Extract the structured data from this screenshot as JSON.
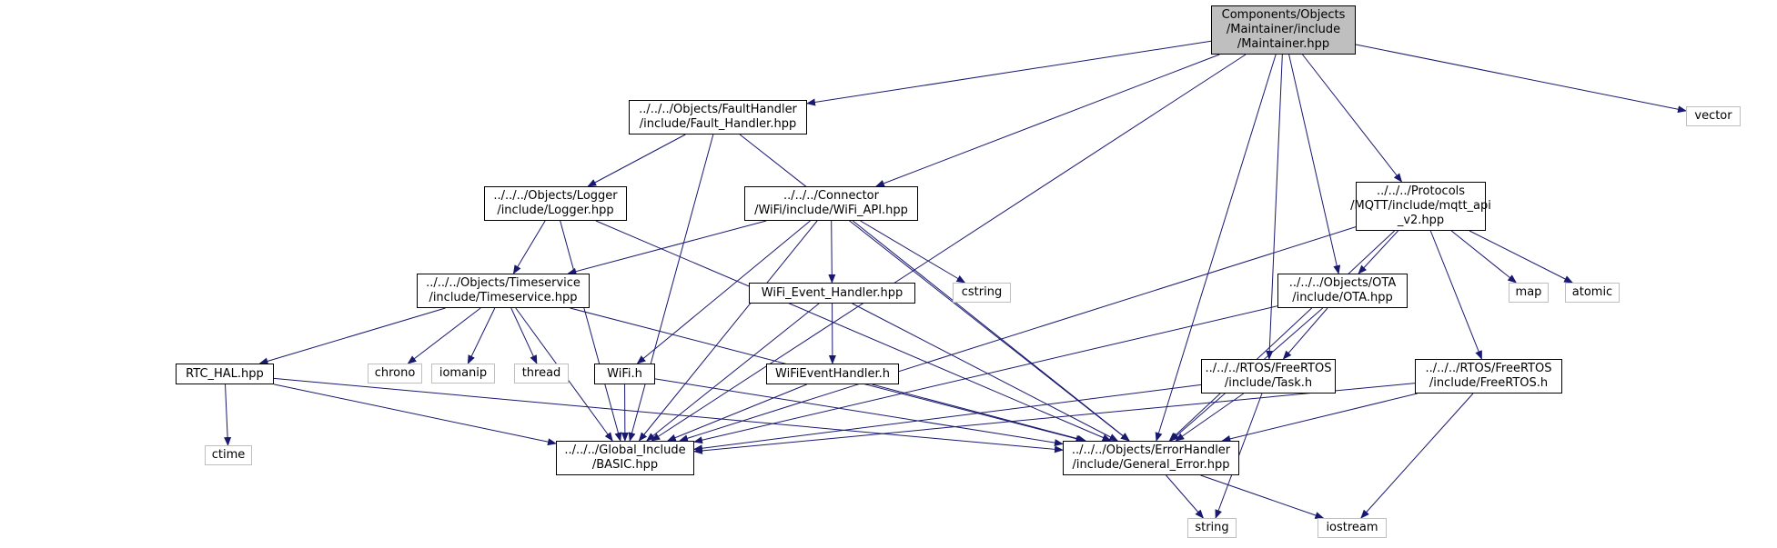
{
  "colors": {
    "edge": "#191970",
    "root_fill": "#bfbfbf",
    "internal_border": "#000000",
    "external_border": "#bfbfbf"
  },
  "nodes": {
    "maintainer": {
      "lines": [
        "Components/Objects",
        "/Maintainer/include",
        "/Maintainer.hpp"
      ],
      "kind": "root"
    },
    "fault_handler": {
      "lines": [
        "../../../Objects/FaultHandler",
        "/include/Fault_Handler.hpp"
      ],
      "kind": "internal"
    },
    "logger": {
      "lines": [
        "../../../Objects/Logger",
        "/include/Logger.hpp"
      ],
      "kind": "internal"
    },
    "wifi_api": {
      "lines": [
        "../../../Connector",
        "/WiFi/include/WiFi_API.hpp"
      ],
      "kind": "internal"
    },
    "timeservice": {
      "lines": [
        "../../../Objects/Timeservice",
        "/include/Timeservice.hpp"
      ],
      "kind": "internal"
    },
    "wifi_event_handler_hpp": {
      "lines": [
        "WiFi_Event_Handler.hpp"
      ],
      "kind": "internal"
    },
    "wifieventhandler_h": {
      "lines": [
        "WiFiEventHandler.h"
      ],
      "kind": "internal"
    },
    "wifi_h": {
      "lines": [
        "WiFi.h"
      ],
      "kind": "internal"
    },
    "rtc_hal": {
      "lines": [
        "RTC_HAL.hpp"
      ],
      "kind": "internal"
    },
    "basic": {
      "lines": [
        "../../../Global_Include",
        "/BASIC.hpp"
      ],
      "kind": "internal"
    },
    "general_error": {
      "lines": [
        "../../../Objects/ErrorHandler",
        "/include/General_Error.hpp"
      ],
      "kind": "internal"
    },
    "mqtt": {
      "lines": [
        "../../../Protocols",
        "/MQTT/include/mqtt_api",
        "_v2.hpp"
      ],
      "kind": "internal"
    },
    "ota": {
      "lines": [
        "../../../Objects/OTA",
        "/include/OTA.hpp"
      ],
      "kind": "internal"
    },
    "task": {
      "lines": [
        "../../../RTOS/FreeRTOS",
        "/include/Task.h"
      ],
      "kind": "internal"
    },
    "freertos": {
      "lines": [
        "../../../RTOS/FreeRTOS",
        "/include/FreeRTOS.h"
      ],
      "kind": "internal"
    },
    "vector": {
      "lines": [
        "vector"
      ],
      "kind": "external"
    },
    "cstring": {
      "lines": [
        "cstring"
      ],
      "kind": "external"
    },
    "map": {
      "lines": [
        "map"
      ],
      "kind": "external"
    },
    "atomic": {
      "lines": [
        "atomic"
      ],
      "kind": "external"
    },
    "chrono": {
      "lines": [
        "chrono"
      ],
      "kind": "external"
    },
    "iomanip": {
      "lines": [
        "iomanip"
      ],
      "kind": "external"
    },
    "thread": {
      "lines": [
        "thread"
      ],
      "kind": "external"
    },
    "ctime": {
      "lines": [
        "ctime"
      ],
      "kind": "external"
    },
    "string": {
      "lines": [
        "string"
      ],
      "kind": "external"
    },
    "iostream": {
      "lines": [
        "iostream"
      ],
      "kind": "external"
    }
  },
  "edges": [
    [
      "maintainer",
      "fault_handler"
    ],
    [
      "maintainer",
      "wifi_api"
    ],
    [
      "maintainer",
      "mqtt"
    ],
    [
      "maintainer",
      "ota"
    ],
    [
      "maintainer",
      "task"
    ],
    [
      "maintainer",
      "vector"
    ],
    [
      "maintainer",
      "basic"
    ],
    [
      "maintainer",
      "general_error"
    ],
    [
      "fault_handler",
      "logger"
    ],
    [
      "fault_handler",
      "basic"
    ],
    [
      "fault_handler",
      "general_error"
    ],
    [
      "logger",
      "timeservice"
    ],
    [
      "logger",
      "basic"
    ],
    [
      "logger",
      "general_error"
    ],
    [
      "wifi_api",
      "timeservice"
    ],
    [
      "wifi_api",
      "wifi_event_handler_hpp"
    ],
    [
      "wifi_api",
      "wifi_h"
    ],
    [
      "wifi_api",
      "cstring"
    ],
    [
      "wifi_api",
      "basic"
    ],
    [
      "wifi_api",
      "general_error"
    ],
    [
      "timeservice",
      "rtc_hal"
    ],
    [
      "timeservice",
      "chrono"
    ],
    [
      "timeservice",
      "iomanip"
    ],
    [
      "timeservice",
      "thread"
    ],
    [
      "timeservice",
      "basic"
    ],
    [
      "timeservice",
      "general_error"
    ],
    [
      "rtc_hal",
      "ctime"
    ],
    [
      "rtc_hal",
      "basic"
    ],
    [
      "rtc_hal",
      "general_error"
    ],
    [
      "wifi_h",
      "basic"
    ],
    [
      "wifi_h",
      "general_error"
    ],
    [
      "wifi_event_handler_hpp",
      "wifieventhandler_h"
    ],
    [
      "wifi_event_handler_hpp",
      "basic"
    ],
    [
      "wifi_event_handler_hpp",
      "general_error"
    ],
    [
      "wifieventhandler_h",
      "basic"
    ],
    [
      "wifieventhandler_h",
      "general_error"
    ],
    [
      "mqtt",
      "ota"
    ],
    [
      "mqtt",
      "freertos"
    ],
    [
      "mqtt",
      "map"
    ],
    [
      "mqtt",
      "atomic"
    ],
    [
      "mqtt",
      "basic"
    ],
    [
      "mqtt",
      "general_error"
    ],
    [
      "ota",
      "task"
    ],
    [
      "ota",
      "basic"
    ],
    [
      "ota",
      "general_error"
    ],
    [
      "task",
      "string"
    ],
    [
      "task",
      "basic"
    ],
    [
      "task",
      "general_error"
    ],
    [
      "freertos",
      "iostream"
    ],
    [
      "freertos",
      "basic"
    ],
    [
      "freertos",
      "general_error"
    ],
    [
      "general_error",
      "string"
    ],
    [
      "general_error",
      "iostream"
    ]
  ]
}
